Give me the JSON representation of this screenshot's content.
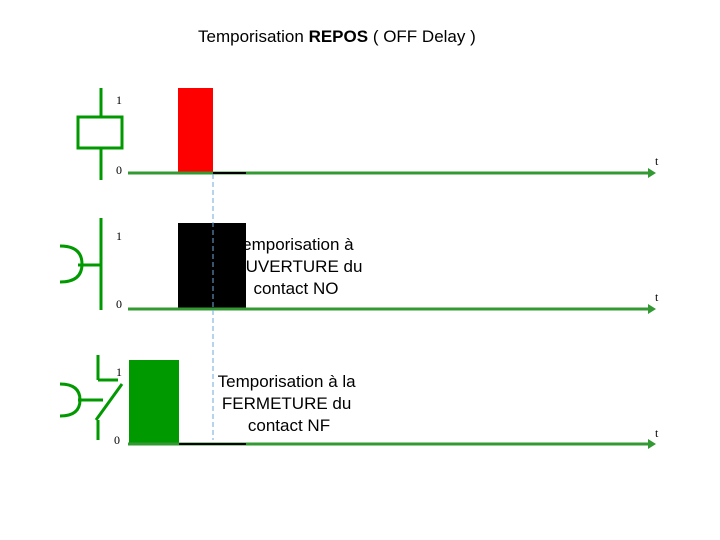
{
  "title": {
    "prefix": "Temporisation ",
    "bold": "REPOS",
    "suffix": " ( OFF Delay )"
  },
  "rows": [
    {
      "id": "coil",
      "symbol": "coil",
      "level_high": "1",
      "level_low": "0",
      "time_label": "t",
      "pulse_color": "#ff0000"
    },
    {
      "id": "contact-no",
      "symbol": "contact-no",
      "level_high": "1",
      "level_low": "0",
      "time_label": "t",
      "pulse_color": "#000000",
      "annotation": [
        "Temporisation à",
        "l’OUVERTURE du",
        "contact NO"
      ]
    },
    {
      "id": "contact-nc",
      "symbol": "contact-nc",
      "level_high": "1",
      "level_low": "0",
      "time_label": "t",
      "pulse_color": "#009900",
      "annotation": [
        "Temporisation à la",
        "FERMETURE du",
        "contact NF"
      ]
    }
  ],
  "colors": {
    "axis": "#339933",
    "symbol": "#009900",
    "marker": "#6fa8dc",
    "low_signal": "#000000"
  }
}
